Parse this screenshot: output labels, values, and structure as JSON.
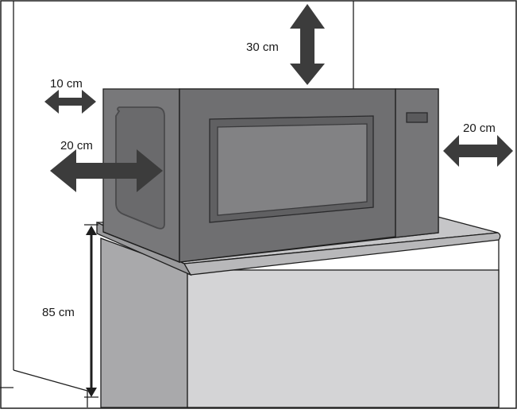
{
  "labels": {
    "top_clearance": "30 cm",
    "left_clearance": "10 cm",
    "side_clearance_left": "20 cm",
    "side_clearance_right": "20 cm",
    "counter_height": "85 cm"
  },
  "colors": {
    "arrow": "#3c3c3c",
    "microwave_body": "#6d6d6f",
    "microwave_side": "#78787a",
    "counter_front": "#d4d4d6",
    "counter_side": "#a9a9ab",
    "wall_panel": "#ffffff",
    "line": "#1e1e1e"
  },
  "icons": [
    "double-arrow-icon",
    "microwave-illustration"
  ]
}
